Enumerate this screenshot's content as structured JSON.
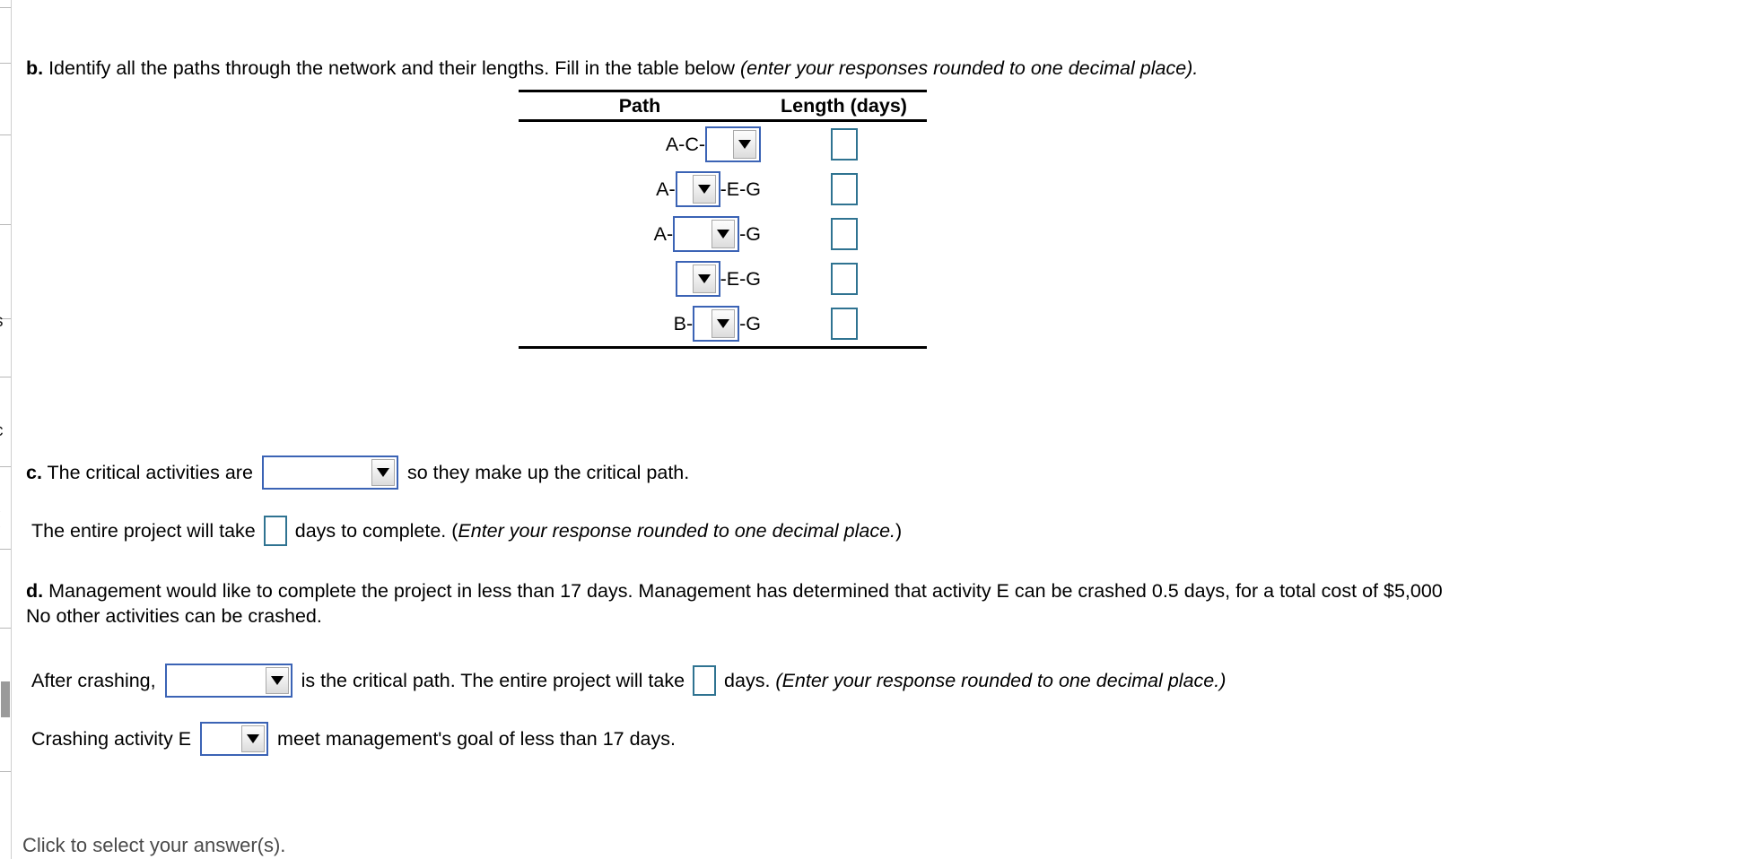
{
  "question_b": {
    "marker": "b.",
    "text_before_italic": " Identify all the paths through the network and their lengths. Fill in the table below ",
    "italic_note": "(enter your responses rounded to one decimal place)."
  },
  "paths_table": {
    "headers": {
      "path": "Path",
      "length": "Length (days)"
    },
    "rows": [
      {
        "prefix": "A-C-",
        "suffix": "",
        "dropdown_value": "",
        "select_width": 62,
        "length_value": ""
      },
      {
        "prefix": "A-",
        "suffix": "-E-G",
        "dropdown_value": "",
        "select_width": 50,
        "length_value": ""
      },
      {
        "prefix": "A-",
        "suffix": "-G",
        "dropdown_value": "",
        "select_width": 74,
        "length_value": ""
      },
      {
        "prefix": "",
        "suffix": "-E-G",
        "dropdown_value": "",
        "select_width": 50,
        "length_value": ""
      },
      {
        "prefix": "B-",
        "suffix": "-G",
        "dropdown_value": "",
        "select_width": 52,
        "length_value": ""
      }
    ]
  },
  "question_c": {
    "marker": "c.",
    "text_before_select": " The critical activities are",
    "select_value": "",
    "text_after_select": "so they make up the critical path."
  },
  "project_duration": {
    "text_before_box": "The entire project will take",
    "box_value": "",
    "text_after_box": "days to complete. (",
    "italic_note": "Enter your response rounded to one decimal place.",
    "text_end": ")"
  },
  "question_d": {
    "marker": "d.",
    "line1": " Management would like to complete the project in less than 17 days. Management has determined that activity E can be crashed 0.5 days, for a total cost of $5,000",
    "line2": "No other activities can be crashed."
  },
  "after_crashing": {
    "text_before_select": "After crashing,",
    "select_value": "",
    "text_mid": "is the critical path. The entire project will take",
    "box_value": "",
    "text_after_box": "days. ",
    "italic_note": "(Enter your response rounded to one decimal place.)"
  },
  "crashing_e": {
    "text_before_select": "Crashing activity E",
    "select_value": "",
    "text_after_select": "meet management's goal of less than 17 days."
  },
  "footer": {
    "hint": "Click to select your answer(s)."
  },
  "colors": {
    "select_border": "#3b63b5",
    "numbox_border": "#2f7391",
    "rule": "#000000",
    "footer_text": "#4a4a4a"
  },
  "icons": {
    "dropdown": "caret-down-icon"
  }
}
